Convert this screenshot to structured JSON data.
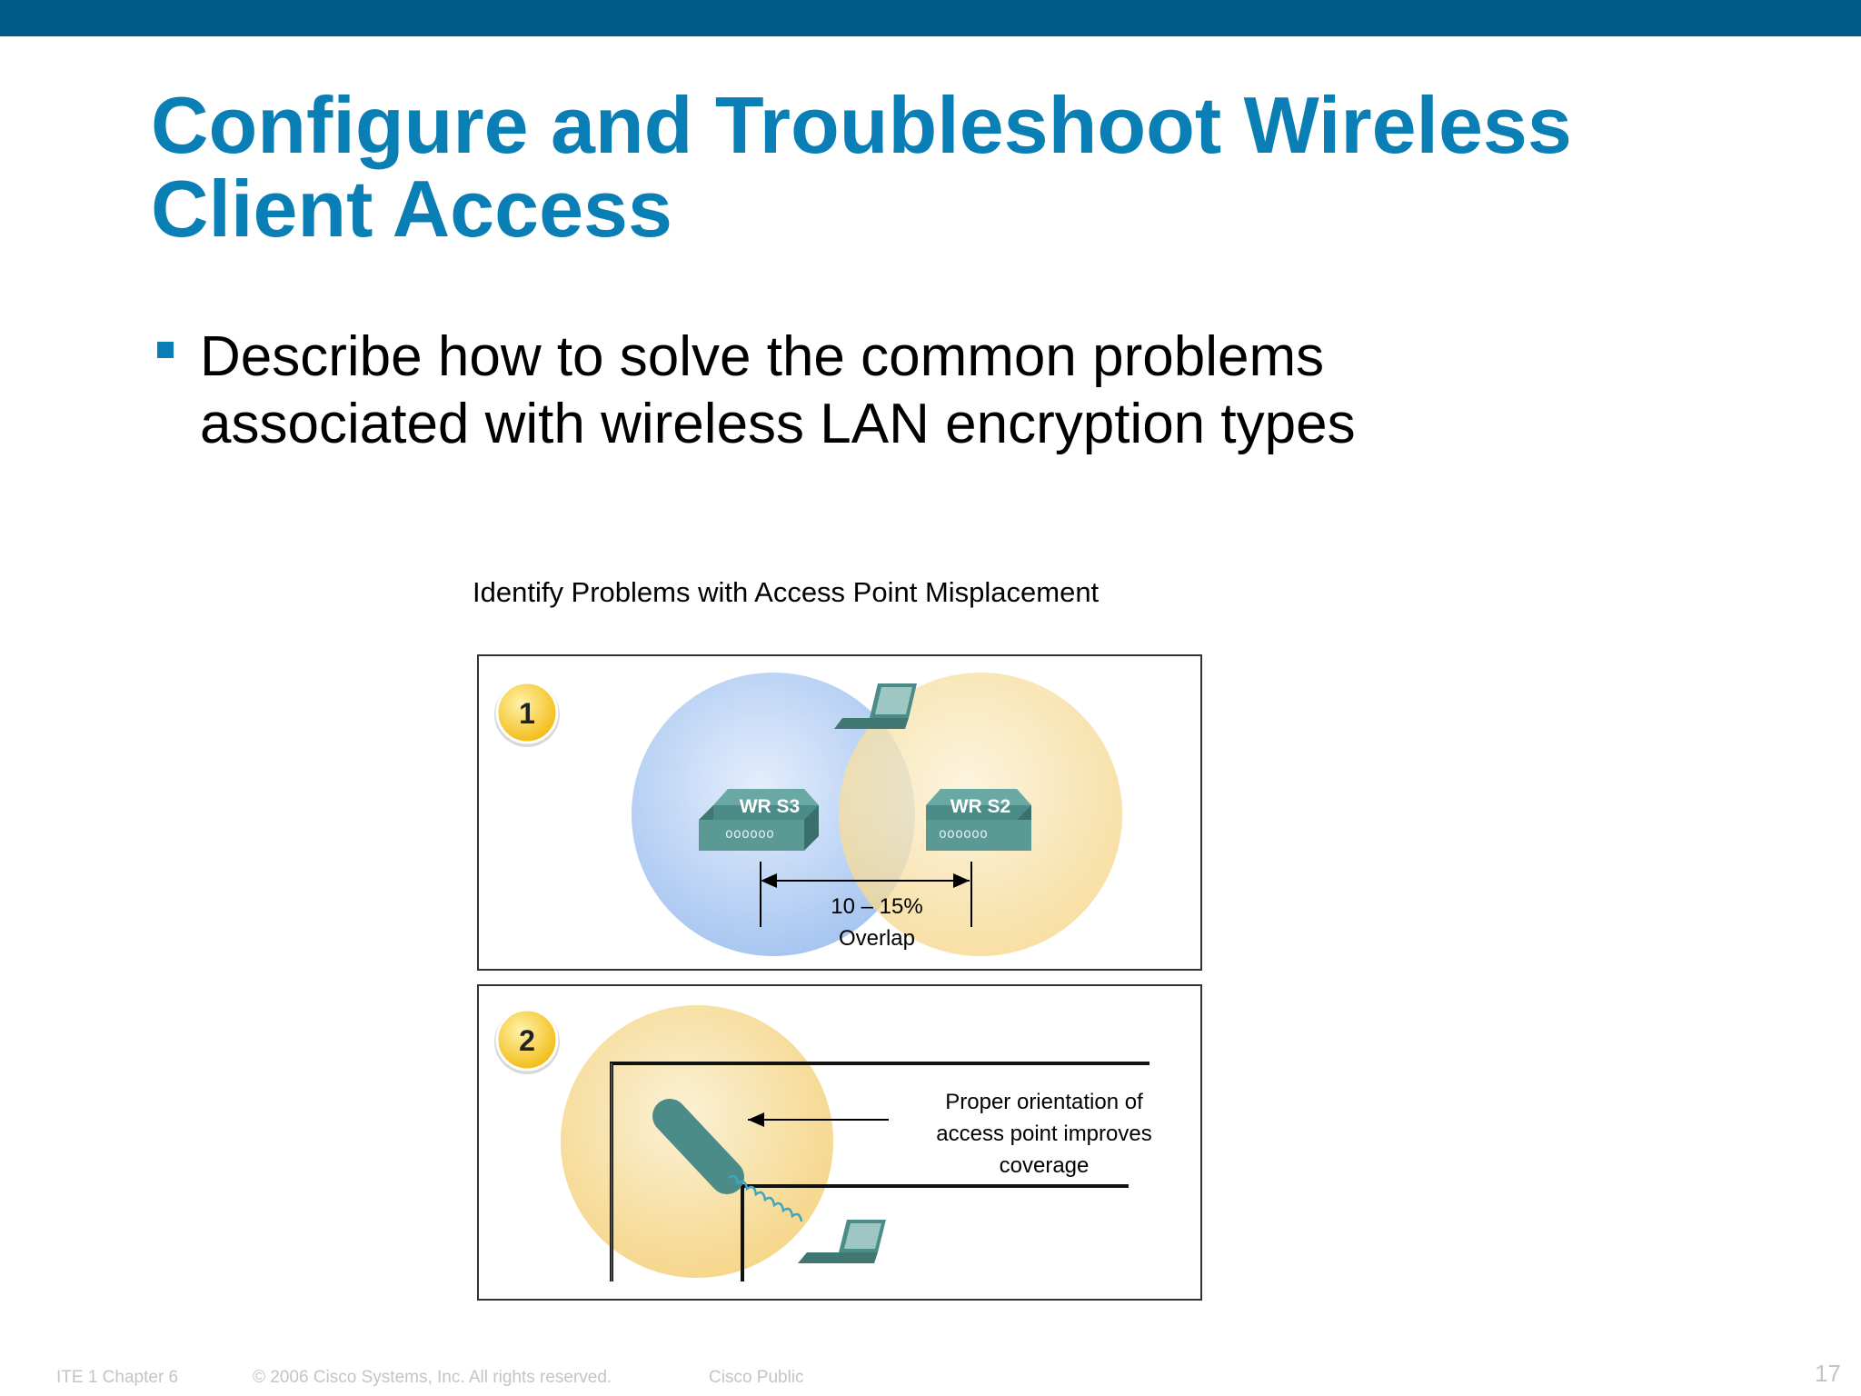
{
  "slide": {
    "title_line1": "Configure and Troubleshoot Wireless",
    "title_line2": "Client Access",
    "bullet_line1": "Describe how to solve the common problems",
    "bullet_line2": "associated with wireless LAN encryption types"
  },
  "figure": {
    "caption": "Identify Problems with Access Point Misplacement",
    "panel1": {
      "step": "1",
      "router_left": "WR S3",
      "router_right": "WR S2",
      "overlap_value": "10 – 15%",
      "overlap_label": "Overlap"
    },
    "panel2": {
      "step": "2",
      "note_line1": "Proper orientation of",
      "note_line2": "access point improves",
      "note_line3": "coverage"
    }
  },
  "footer": {
    "course": "ITE 1 Chapter 6",
    "copyright": "© 2006 Cisco Systems, Inc. All rights reserved.",
    "classification": "Cisco Public",
    "page_number": "17"
  },
  "colors": {
    "top_bar": "#005a87",
    "title": "#0a7fb5",
    "bullet": "#0a7fb5",
    "blue_coverage": "#a9c8f2",
    "yellow_coverage": "#f7d98e",
    "step_badge": "#f5c623",
    "device": "#4c8c88"
  }
}
